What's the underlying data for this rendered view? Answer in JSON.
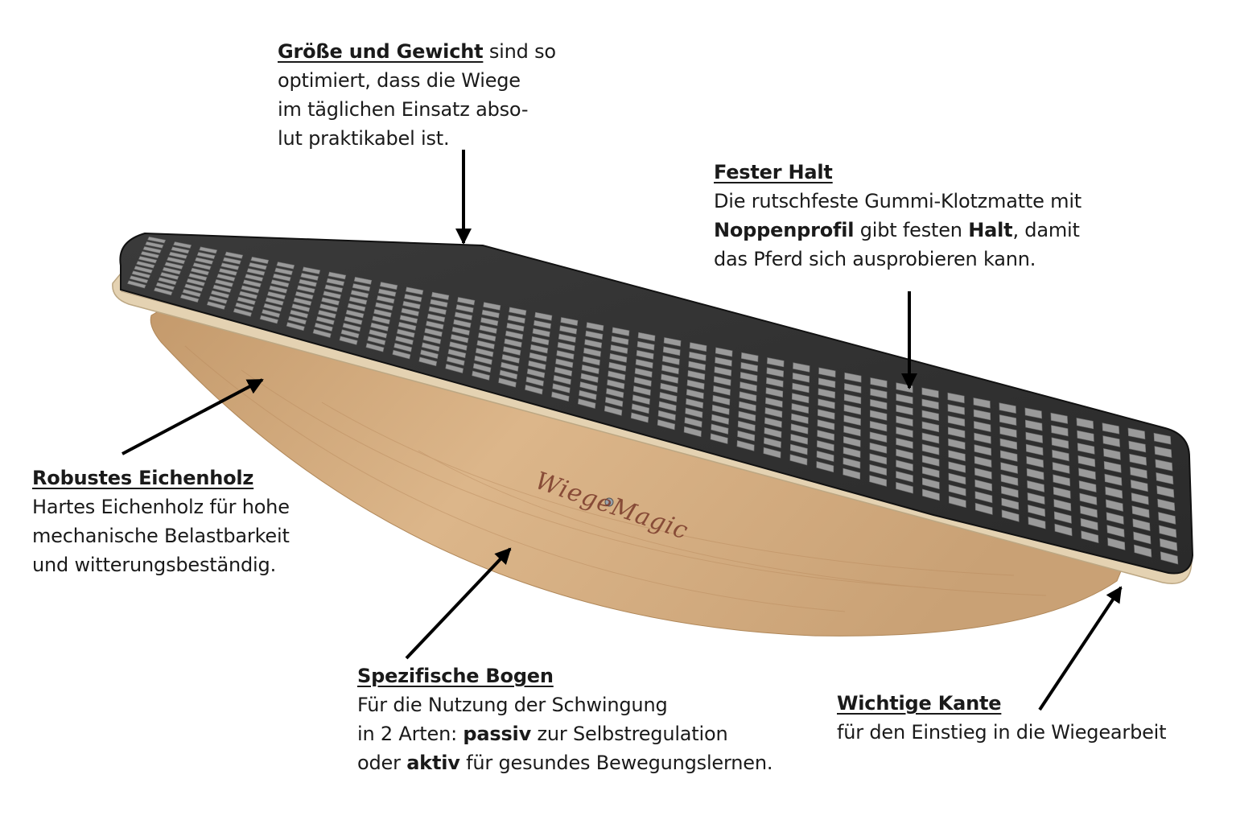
{
  "callouts": {
    "groesse": {
      "title": "Größe und Gewicht",
      "line1_rest": " sind so",
      "line2": "optimiert, dass die Wiege",
      "line3": "im täglichen Einsatz abso-",
      "line4": "lut praktikabel ist."
    },
    "halt": {
      "title": "Fester Halt",
      "line1": "Die rutschfeste Gummi-Klotzmatte mit",
      "line2_bold1": "Noppenprofil",
      "line2_mid": " gibt festen ",
      "line2_bold2": "Halt",
      "line2_end": ", damit",
      "line3": "das Pferd sich ausprobieren kann."
    },
    "eiche": {
      "title": "Robustes Eichenholz",
      "line1": "Hartes Eichenholz für hohe",
      "line2": "mechanische Belastbarkeit",
      "line3": "und witterungsbeständig."
    },
    "bogen": {
      "title": "Spezifische Bogen",
      "line1": "Für die Nutzung der Schwingung",
      "line2_start": "in 2 Arten: ",
      "line2_bold": "passiv",
      "line2_end": " zur Selbstregulation",
      "line3_start": "oder ",
      "line3_bold": "aktiv",
      "line3_end": " für gesundes Bewegungslernen."
    },
    "kante": {
      "title": "Wichtige Kante",
      "line1": "für den Einstieg in die Wiegearbeit"
    }
  },
  "product": {
    "brand_mark": "WiegeMagic",
    "mat_color": "#9a9a9a",
    "mat_dark": "#262626",
    "wood_color": "#d3a97c",
    "plywood_color": "#e3cfae"
  }
}
